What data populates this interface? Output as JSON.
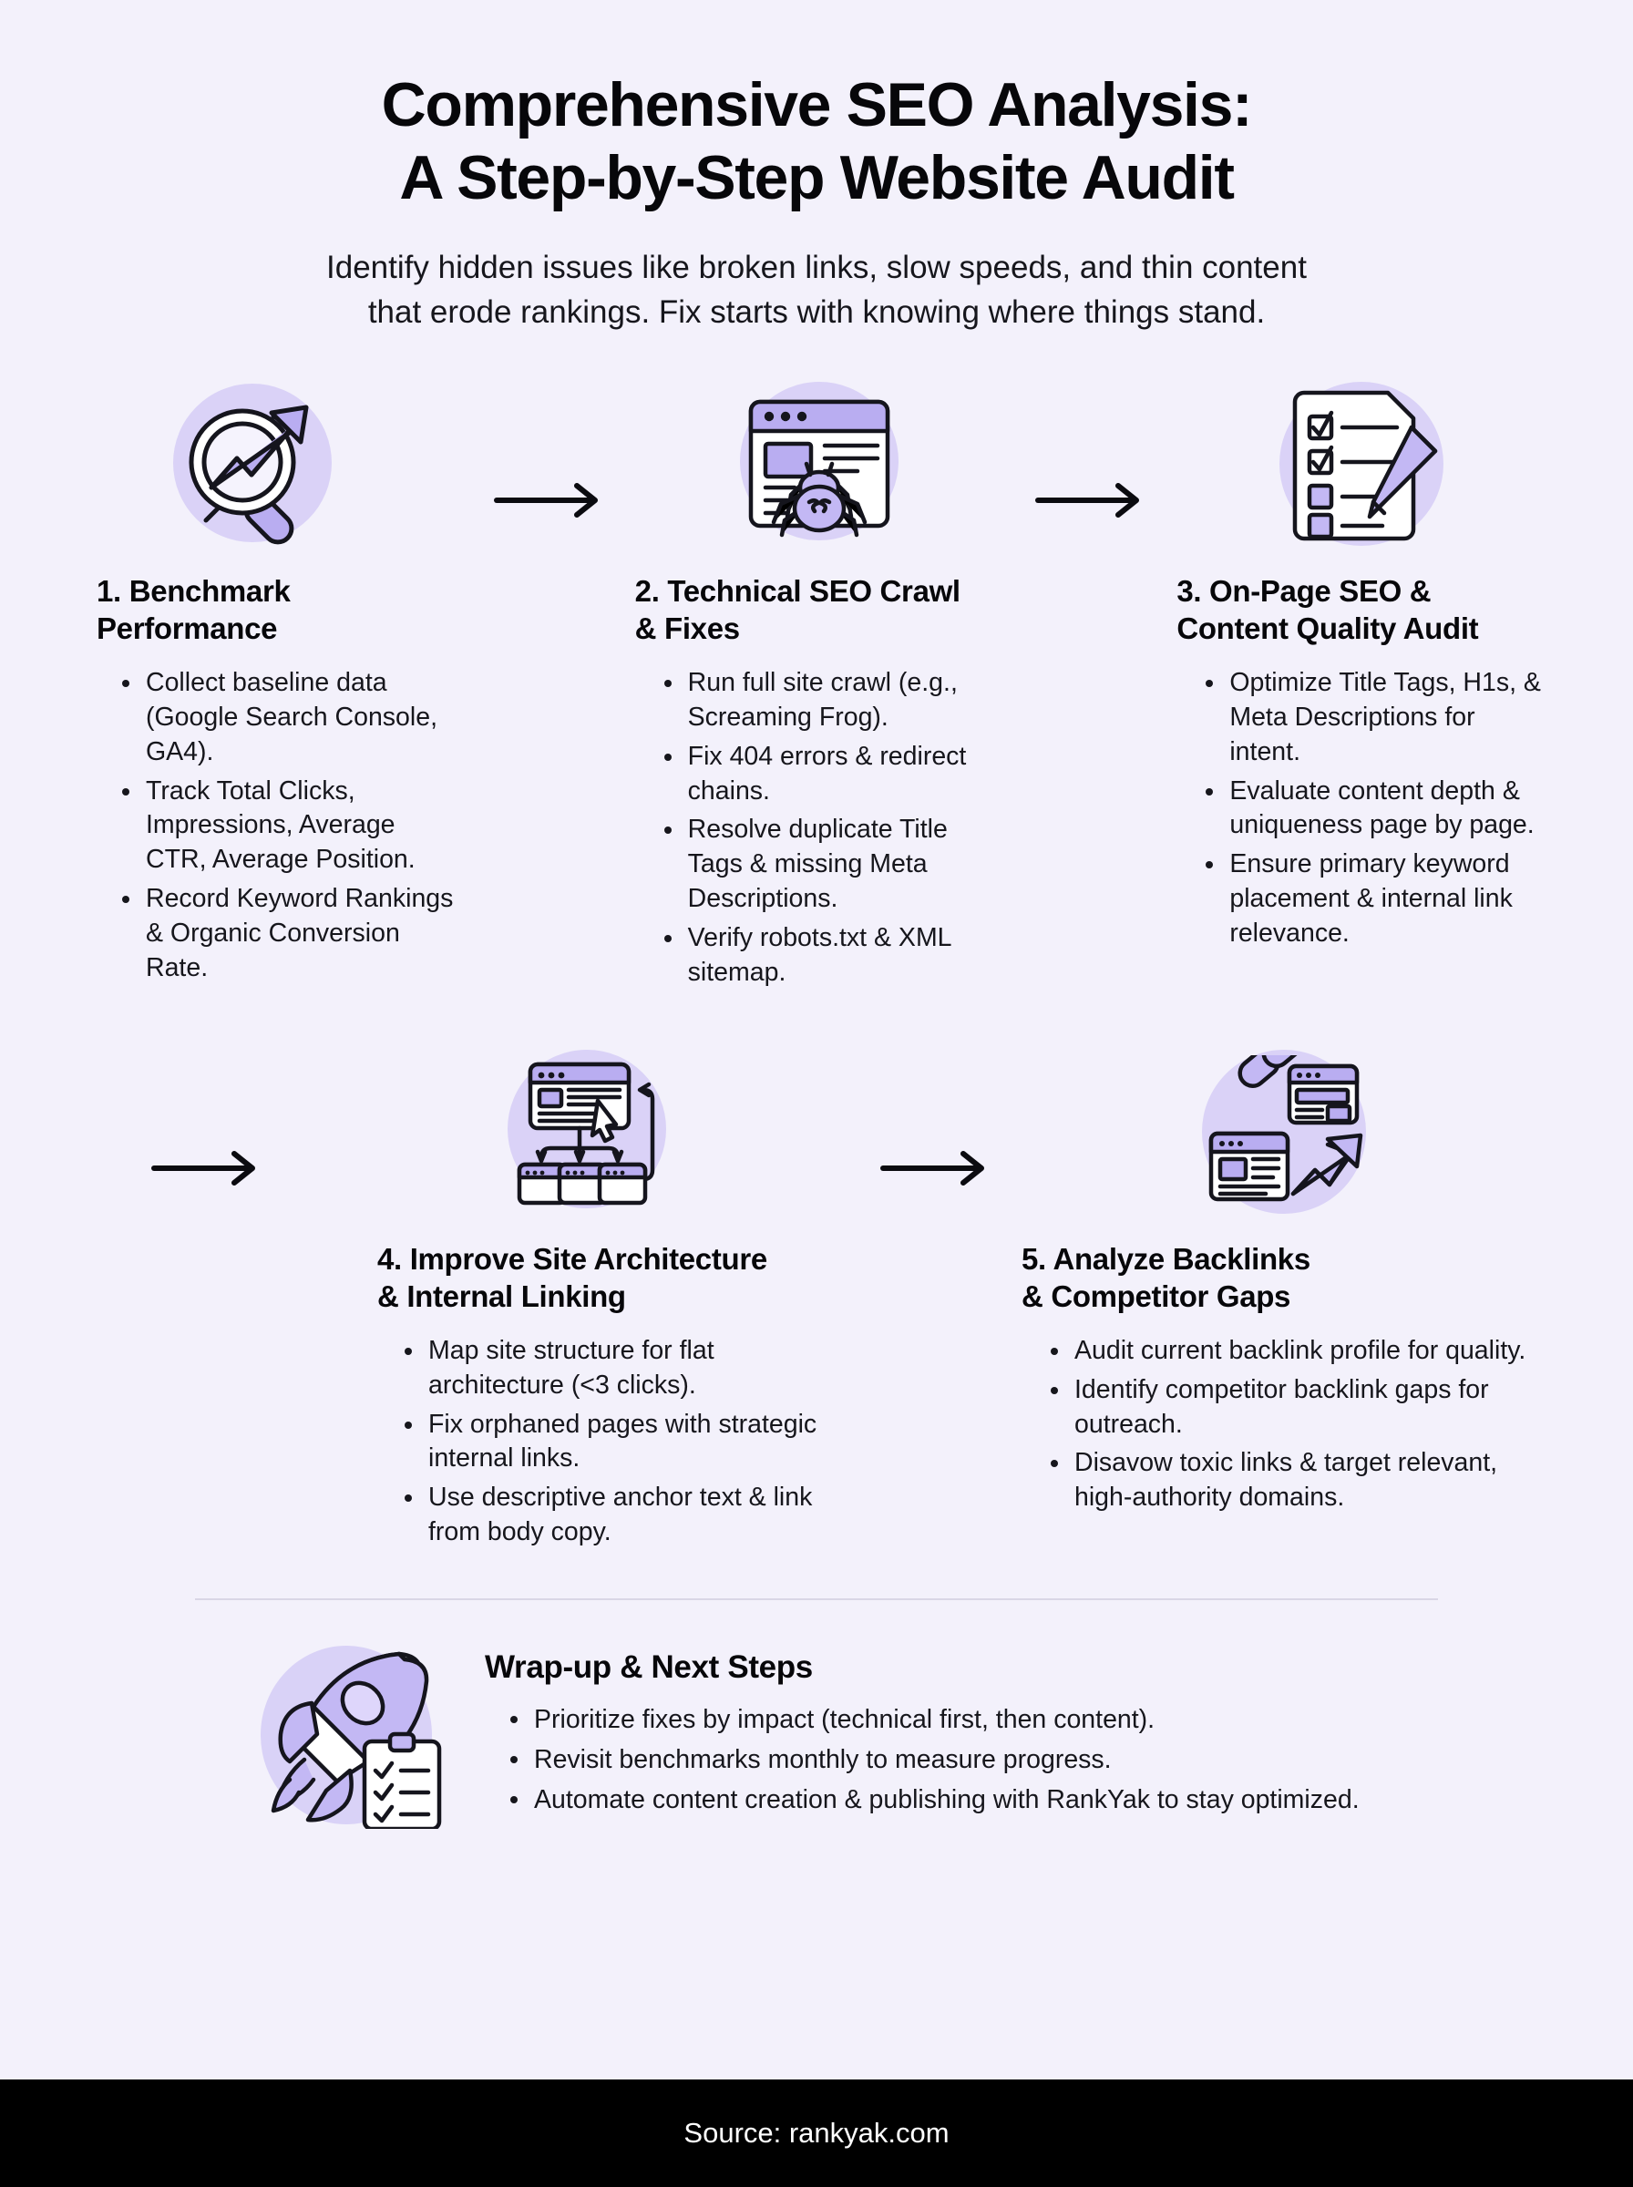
{
  "header": {
    "title_line1": "Comprehensive SEO Analysis:",
    "title_line2": "A Step-by-Step Website Audit",
    "subtitle_line1": "Identify hidden issues like broken links, slow speeds, and thin content",
    "subtitle_line2": "that erode rankings. Fix starts with knowing where things stand."
  },
  "colors": {
    "background": "#f3f1fb",
    "accent_blob": "#d5cdf6",
    "accent_fill": "#b3a6ef",
    "ink": "#16161c",
    "footer_bg": "#000000"
  },
  "steps": [
    {
      "icon": "magnifier-trend-icon",
      "title_line1": "1. Benchmark",
      "title_line2": "Performance",
      "bullets": [
        "Collect baseline data (Google Search Console, GA4).",
        "Track Total Clicks, Impressions, Average CTR, Average Position.",
        "Record Keyword Rankings & Organic Conversion Rate."
      ]
    },
    {
      "icon": "browser-spider-icon",
      "title_line1": "2. Technical SEO Crawl",
      "title_line2": "& Fixes",
      "bullets": [
        "Run full site crawl (e.g., Screaming Frog).",
        "Fix 404 errors & redirect chains.",
        "Resolve duplicate Title Tags & missing Meta Descriptions.",
        "Verify robots.txt & XML sitemap."
      ]
    },
    {
      "icon": "checklist-pencil-icon",
      "title_line1": "3. On-Page SEO &",
      "title_line2": "Content Quality Audit",
      "bullets": [
        "Optimize Title Tags, H1s, & Meta Descriptions for intent.",
        "Evaluate content depth & uniqueness page by page.",
        "Ensure primary keyword placement & internal link relevance."
      ]
    },
    {
      "icon": "site-architecture-icon",
      "title_line1": "4. Improve Site Architecture",
      "title_line2": "& Internal Linking",
      "bullets": [
        "Map site structure for flat architecture (<3 clicks).",
        "Fix orphaned pages with strategic internal links.",
        "Use descriptive anchor text & link from body copy."
      ]
    },
    {
      "icon": "backlinks-growth-icon",
      "title_line1": "5. Analyze Backlinks",
      "title_line2": "& Competitor Gaps",
      "bullets": [
        "Audit current backlink profile for quality.",
        "Identify competitor backlink gaps for outreach.",
        "Disavow toxic links & target relevant, high-authority domains."
      ]
    }
  ],
  "wrapup": {
    "icon": "rocket-clipboard-icon",
    "title": "Wrap-up & Next Steps",
    "bullets": [
      "Prioritize fixes by impact (technical first, then content).",
      "Revisit benchmarks monthly to measure progress.",
      "Automate content creation & publishing with RankYak to stay optimized."
    ]
  },
  "footer": {
    "source": "Source: rankyak.com"
  }
}
